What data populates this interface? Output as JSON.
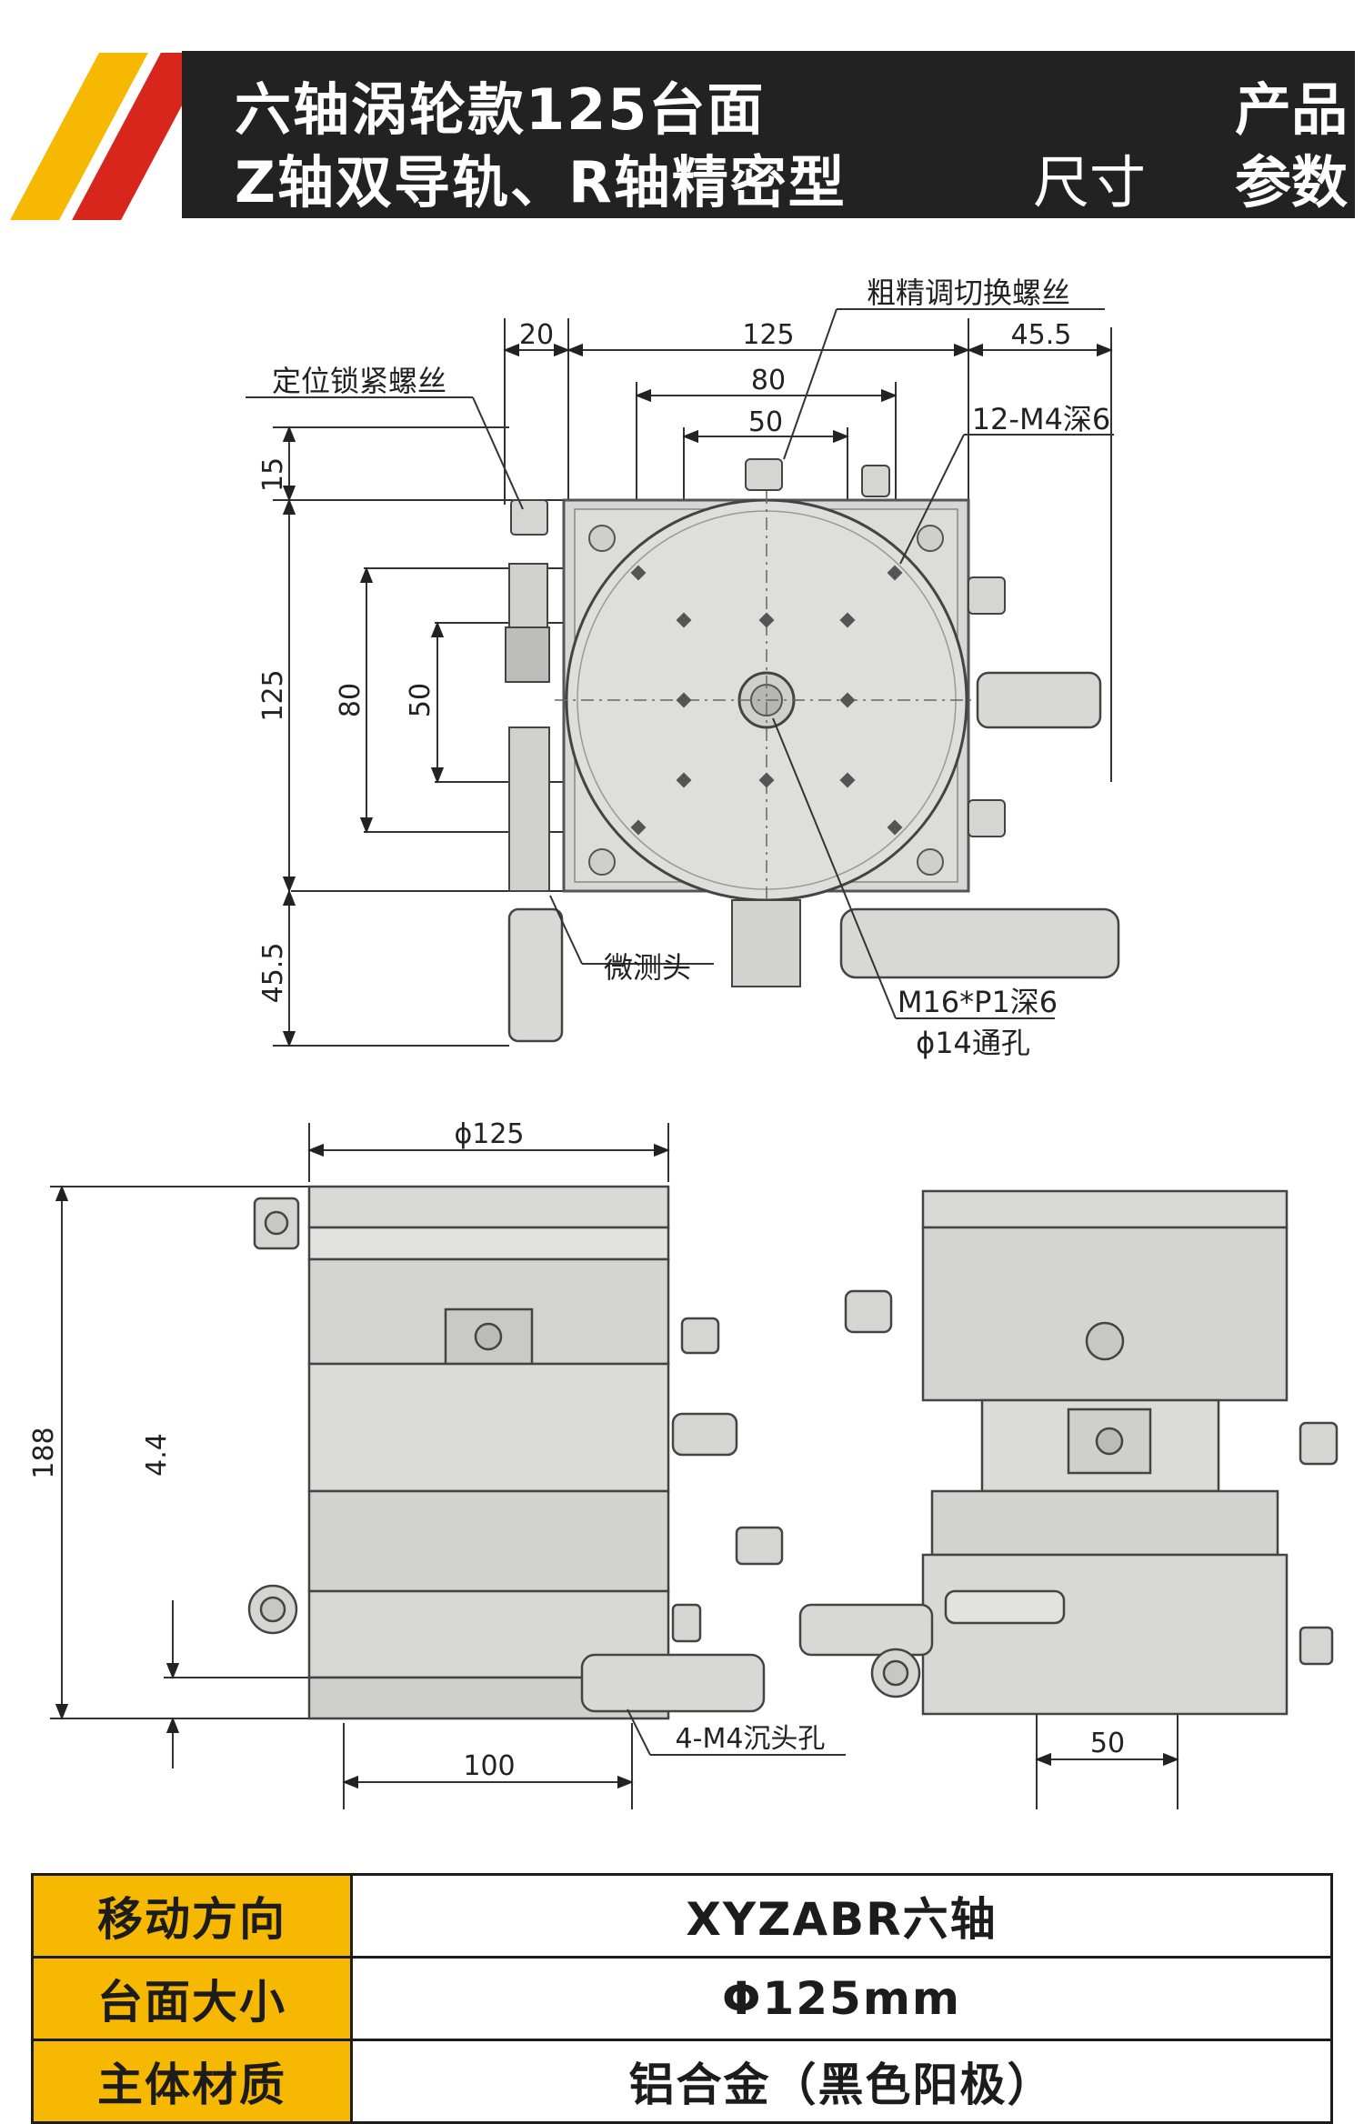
{
  "header": {
    "title_line1": "六轴涡轮款125台面",
    "title_line2": "Z轴双导轨、R轴精密型",
    "right_top": "产品",
    "right_bottom_light": "尺寸",
    "right_bottom_bold": "参数"
  },
  "colors": {
    "accent_yellow": "#f6b800",
    "accent_red": "#d9261c",
    "banner_dark": "#222222"
  },
  "top_view": {
    "labels": {
      "coarse_fine_screw": "粗精调切换螺丝",
      "lock_screw": "定位锁紧螺丝",
      "tapped_holes": "12-M4深6",
      "micrometer": "微测头",
      "center_thread": "M16*P1深6",
      "through_hole": "ϕ14通孔"
    },
    "dims": {
      "d20": "20",
      "d125_top": "125",
      "d45_5_top": "45.5",
      "d80_top": "80",
      "d50_top": "50",
      "d15": "15",
      "d125_left": "125",
      "d80_left": "80",
      "d50_left": "50",
      "d45_5_left": "45.5"
    }
  },
  "side_view": {
    "dims": {
      "dia125": "ϕ125",
      "h188": "188",
      "h4_4": "4.4",
      "w100": "100",
      "w50": "50"
    },
    "labels": {
      "base_holes": "4-M4沉头孔"
    }
  },
  "specs": [
    {
      "key": "移动方向",
      "value": "XYZABR六轴"
    },
    {
      "key": "台面大小",
      "value": "Φ125mm"
    },
    {
      "key": "主体材质",
      "value": "铝合金（黑色阳极）"
    }
  ]
}
